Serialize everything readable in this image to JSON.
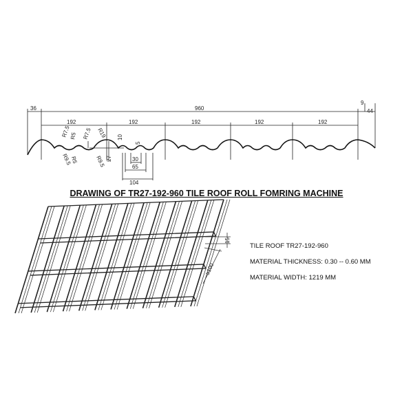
{
  "profile": {
    "overall_width": "960",
    "left_overhang": "36",
    "right_overhang": "44",
    "right_edge": "9",
    "pitches": [
      "192",
      "192",
      "192",
      "192",
      "192"
    ],
    "radii": [
      "R7.5",
      "R5",
      "R7.5",
      "R19",
      "R9.5",
      "R5",
      "R9.5"
    ],
    "depths": {
      "step": "10",
      "ripple": "5",
      "height": "27"
    },
    "widths": {
      "inner": "30",
      "middle": "65",
      "outer": "104"
    }
  },
  "title": "DRAWING OF TR27-192-960 TILE ROOF ROLL FOMRING MACHINE",
  "tile_view": {
    "step_height": "15",
    "step_length": "≥100"
  },
  "specs": {
    "name": "TILE ROOF TR27-192-960",
    "thickness": "MATERIAL THICKNESS: 0.30 -- 0.60 MM",
    "width": "MATERIAL WIDTH: 1219 MM"
  },
  "colors": {
    "line": "#222222",
    "background": "#ffffff"
  }
}
